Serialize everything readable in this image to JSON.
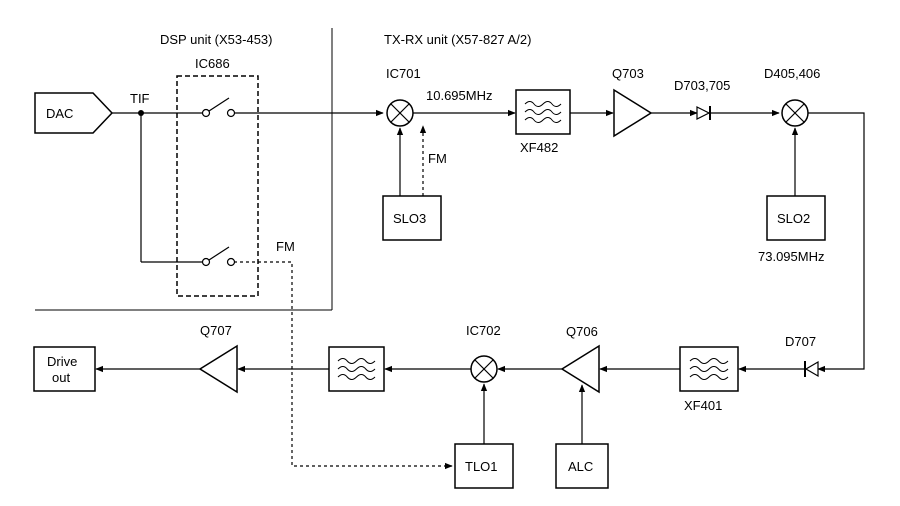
{
  "sections": {
    "dsp": "DSP unit (X53-453)",
    "txrx": "TX-RX unit (X57-827  A/2)"
  },
  "blocks": {
    "dac": "DAC",
    "slo3": "SLO3",
    "slo2": "SLO2",
    "tlo1": "TLO1",
    "alc": "ALC",
    "drive_out": [
      "Drive",
      "out"
    ]
  },
  "labels": {
    "tif": "TIF",
    "ic686": "IC686",
    "ic701": "IC701",
    "freq1": "10.695MHz",
    "fm_a": "FM",
    "fm_b": "FM",
    "xf482": "XF482",
    "q703": "Q703",
    "d703": "D703,705",
    "d405": "D405,406",
    "freq2": "73.095MHz",
    "d707": "D707",
    "xf401": "XF401",
    "q706": "Q706",
    "ic702": "IC702",
    "q707": "Q707"
  }
}
